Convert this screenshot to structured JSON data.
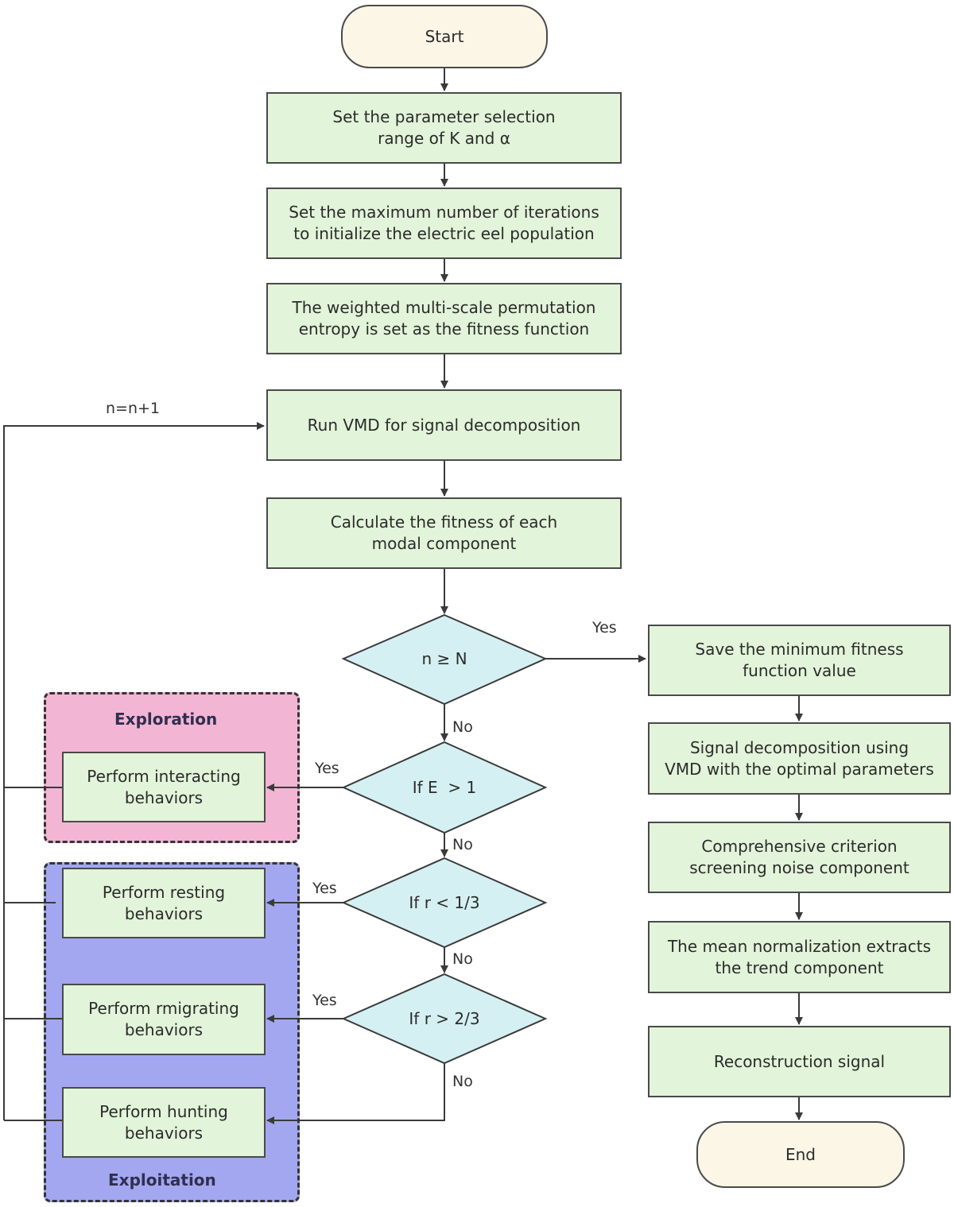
{
  "diagram": {
    "start": "Start",
    "end": "End",
    "steps": {
      "set_range": "Set the parameter selection\nrange of K and α",
      "set_iterations": "Set the maximum number of iterations\nto initialize the electric eel population",
      "fitness_function": "The weighted multi-scale permutation\nentropy is set as the fitness function",
      "run_vmd": "Run VMD for signal decomposition",
      "calc_fitness": "Calculate the fitness of each\nmodal component",
      "save_min": "Save the minimum fitness\nfunction value",
      "signal_decomp": "Signal decomposition using\nVMD with the optimal parameters",
      "screening": "Comprehensive criterion\nscreening noise component",
      "mean_norm": "The mean normalization extracts\nthe trend component",
      "reconstruction": "Reconstruction signal",
      "interacting": "Perform interacting\nbehaviors",
      "resting": "Perform resting\nbehaviors",
      "migrating": "Perform rmigrating\nbehaviors",
      "hunting": "Perform hunting\nbehaviors"
    },
    "decisions": {
      "n_ge_N": "n ≥ N",
      "E_gt_1": "If E  > 1",
      "r_lt_third": "If r < 1/3",
      "r_gt_two_thirds": "If r > 2/3"
    },
    "groups": {
      "exploration": "Exploration",
      "exploitation": "Exploitation"
    },
    "edge_labels": {
      "loop": "n=n+1",
      "yes": "Yes",
      "no": "No"
    },
    "colors": {
      "process_fill": "#e2f4d9",
      "decision_fill": "#d5f0f2",
      "terminal_fill": "#fbf6e6",
      "exploration_fill": "#f3b5d4",
      "exploitation_fill": "#a3a7ef",
      "line": "#3a3a3a"
    }
  }
}
